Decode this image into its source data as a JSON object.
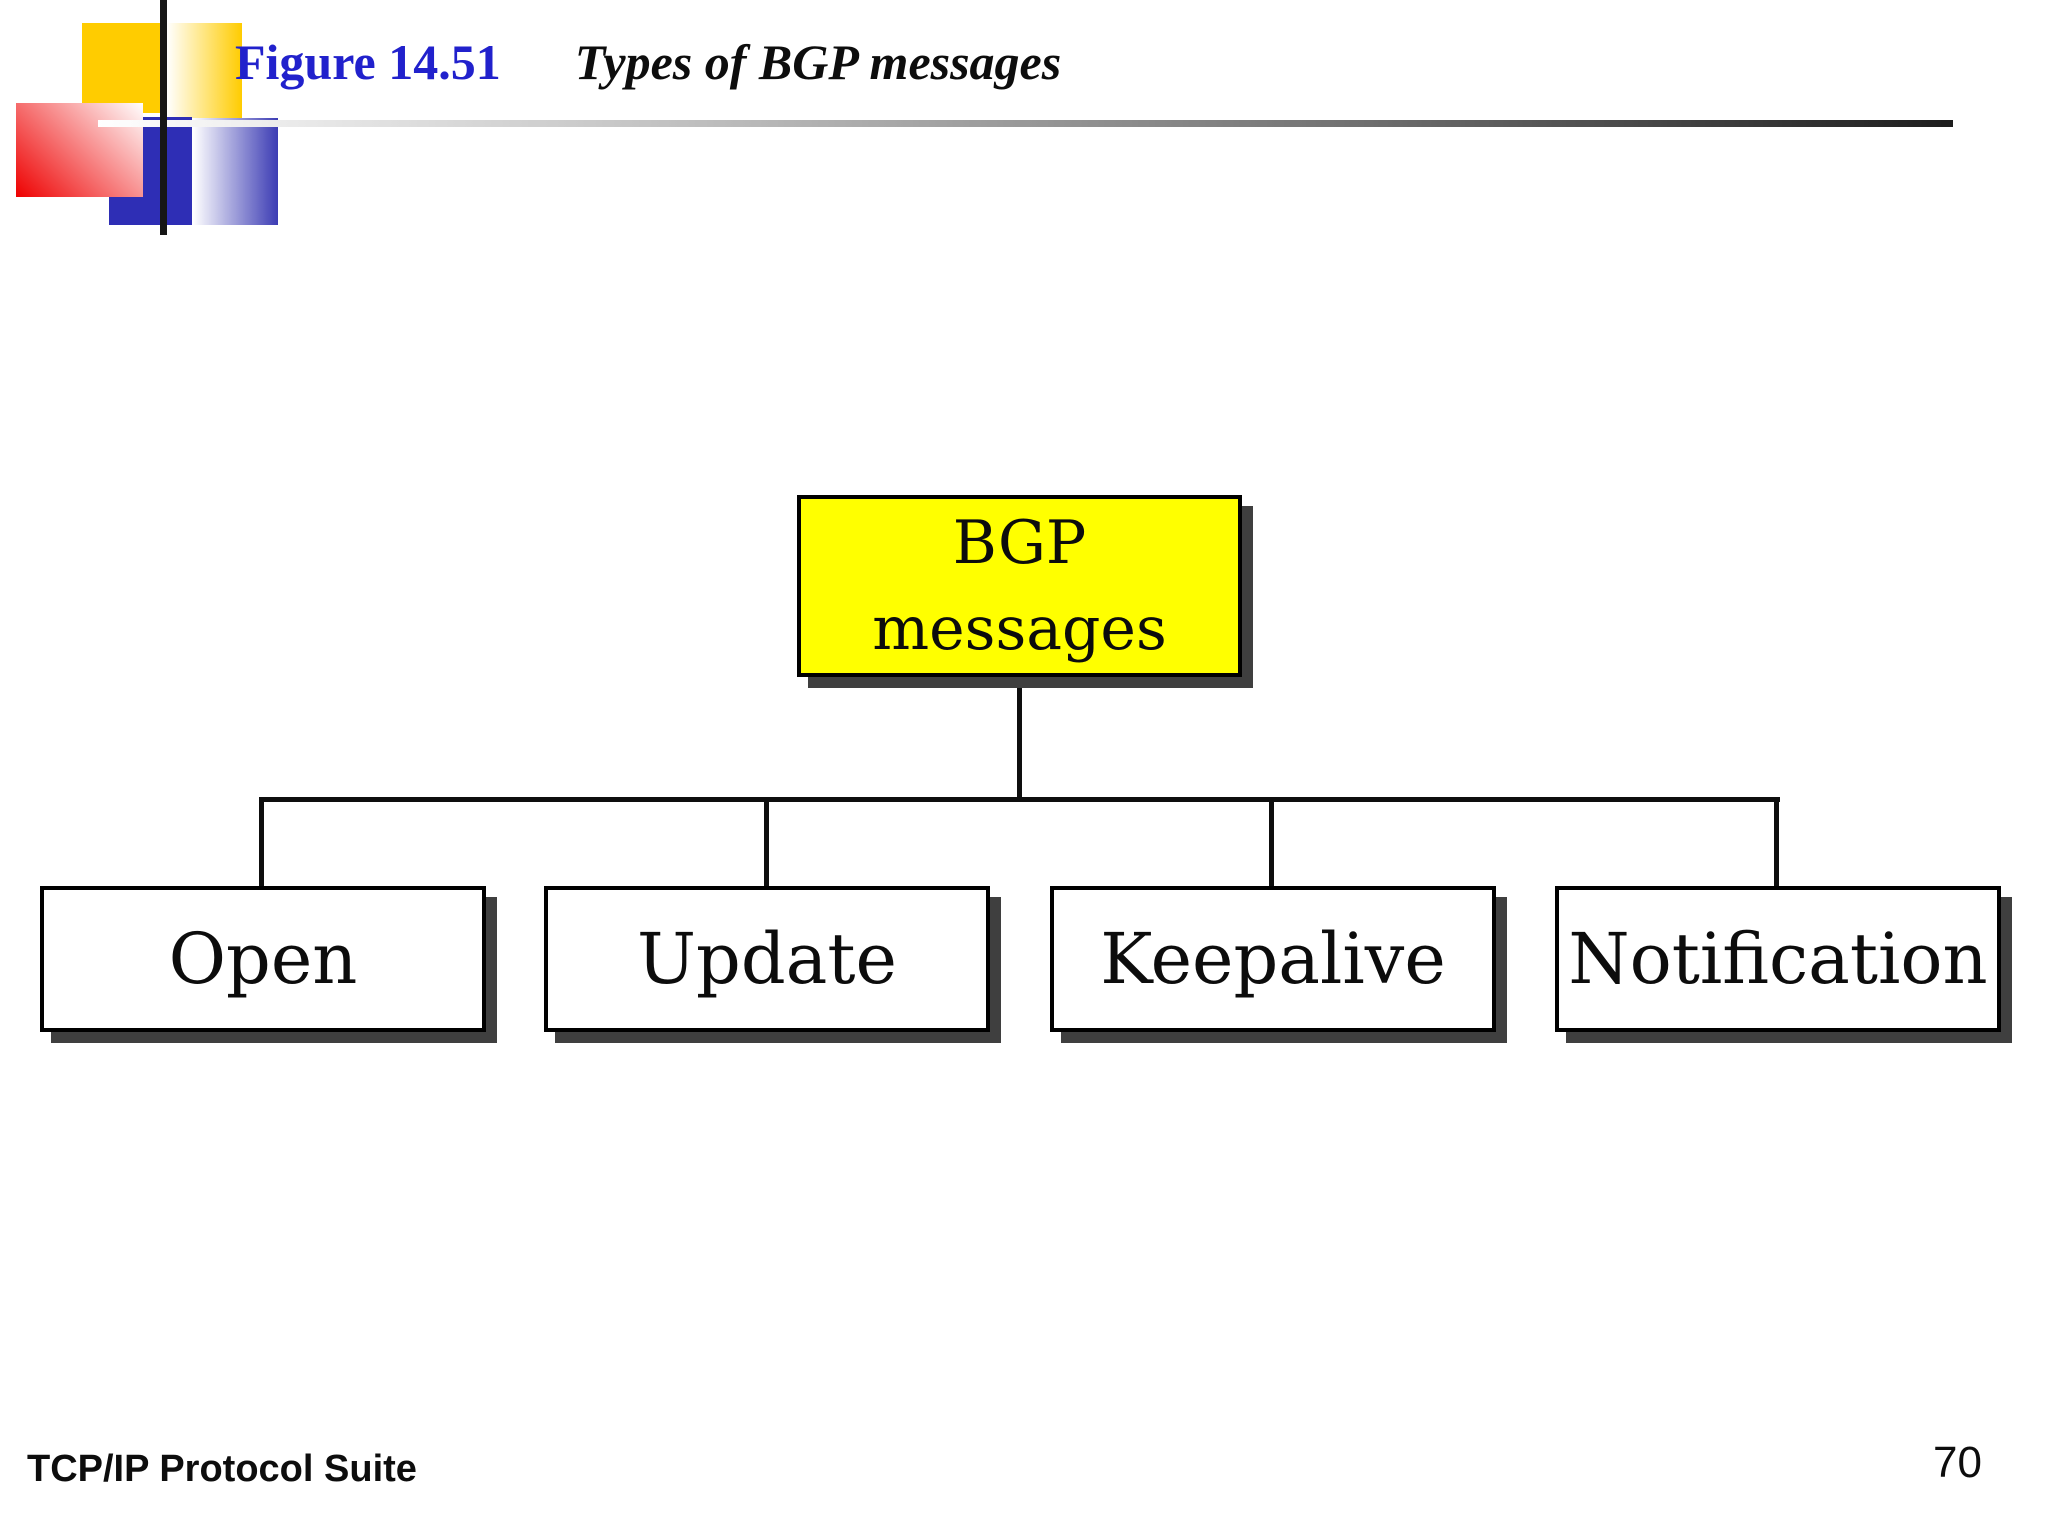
{
  "slide": {
    "figure_label": "Figure 14.51",
    "figure_title": "Types of BGP messages",
    "footer": "TCP/IP Protocol Suite",
    "page_number": "70"
  },
  "diagram": {
    "type": "tree",
    "root": {
      "line1": "BGP",
      "line2": "messages",
      "fill_color": "#ffff00"
    },
    "children": [
      {
        "label": "Open",
        "fill_color": "#ffffff"
      },
      {
        "label": "Update",
        "fill_color": "#ffffff"
      },
      {
        "label": "Keepalive",
        "fill_color": "#ffffff"
      },
      {
        "label": "Notification",
        "fill_color": "#ffffff"
      }
    ]
  },
  "colors": {
    "figure_label_blue": "#2121cc",
    "title_black": "#0d0d0d",
    "connector_black": "#0e0e0e",
    "logo_yellow": "#ffcc00",
    "logo_red": "#ee0000",
    "logo_blue": "#2e2eb5"
  }
}
